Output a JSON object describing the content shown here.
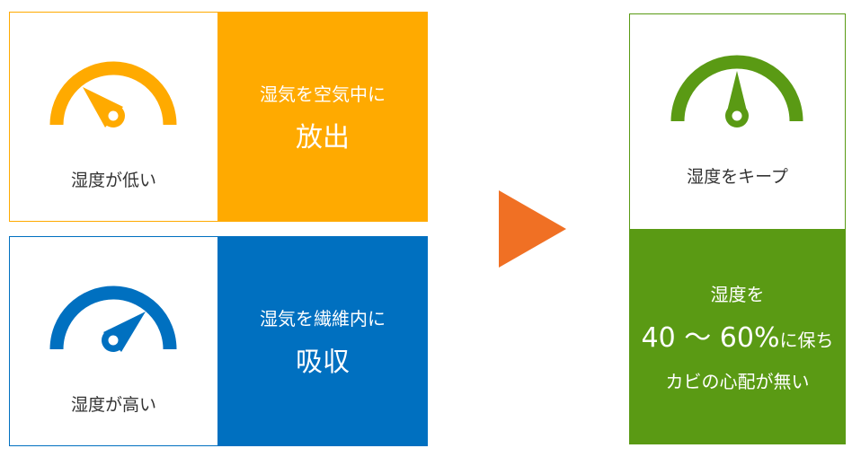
{
  "colors": {
    "orange": "#FFAA00",
    "blue": "#0070C0",
    "green": "#5A9A14",
    "arrow": "#F07024"
  },
  "low": {
    "label": "湿度が低い",
    "line1": "湿気を空気中に",
    "line2": "放出"
  },
  "high": {
    "label": "湿度が高い",
    "line1": "湿気を繊維内に",
    "line2": "吸収"
  },
  "keep": {
    "label": "湿度をキープ",
    "line1": "湿度を",
    "range": "40 ～ 60%",
    "range_suffix": "に保ち",
    "line3": "カビの心配が無い"
  }
}
